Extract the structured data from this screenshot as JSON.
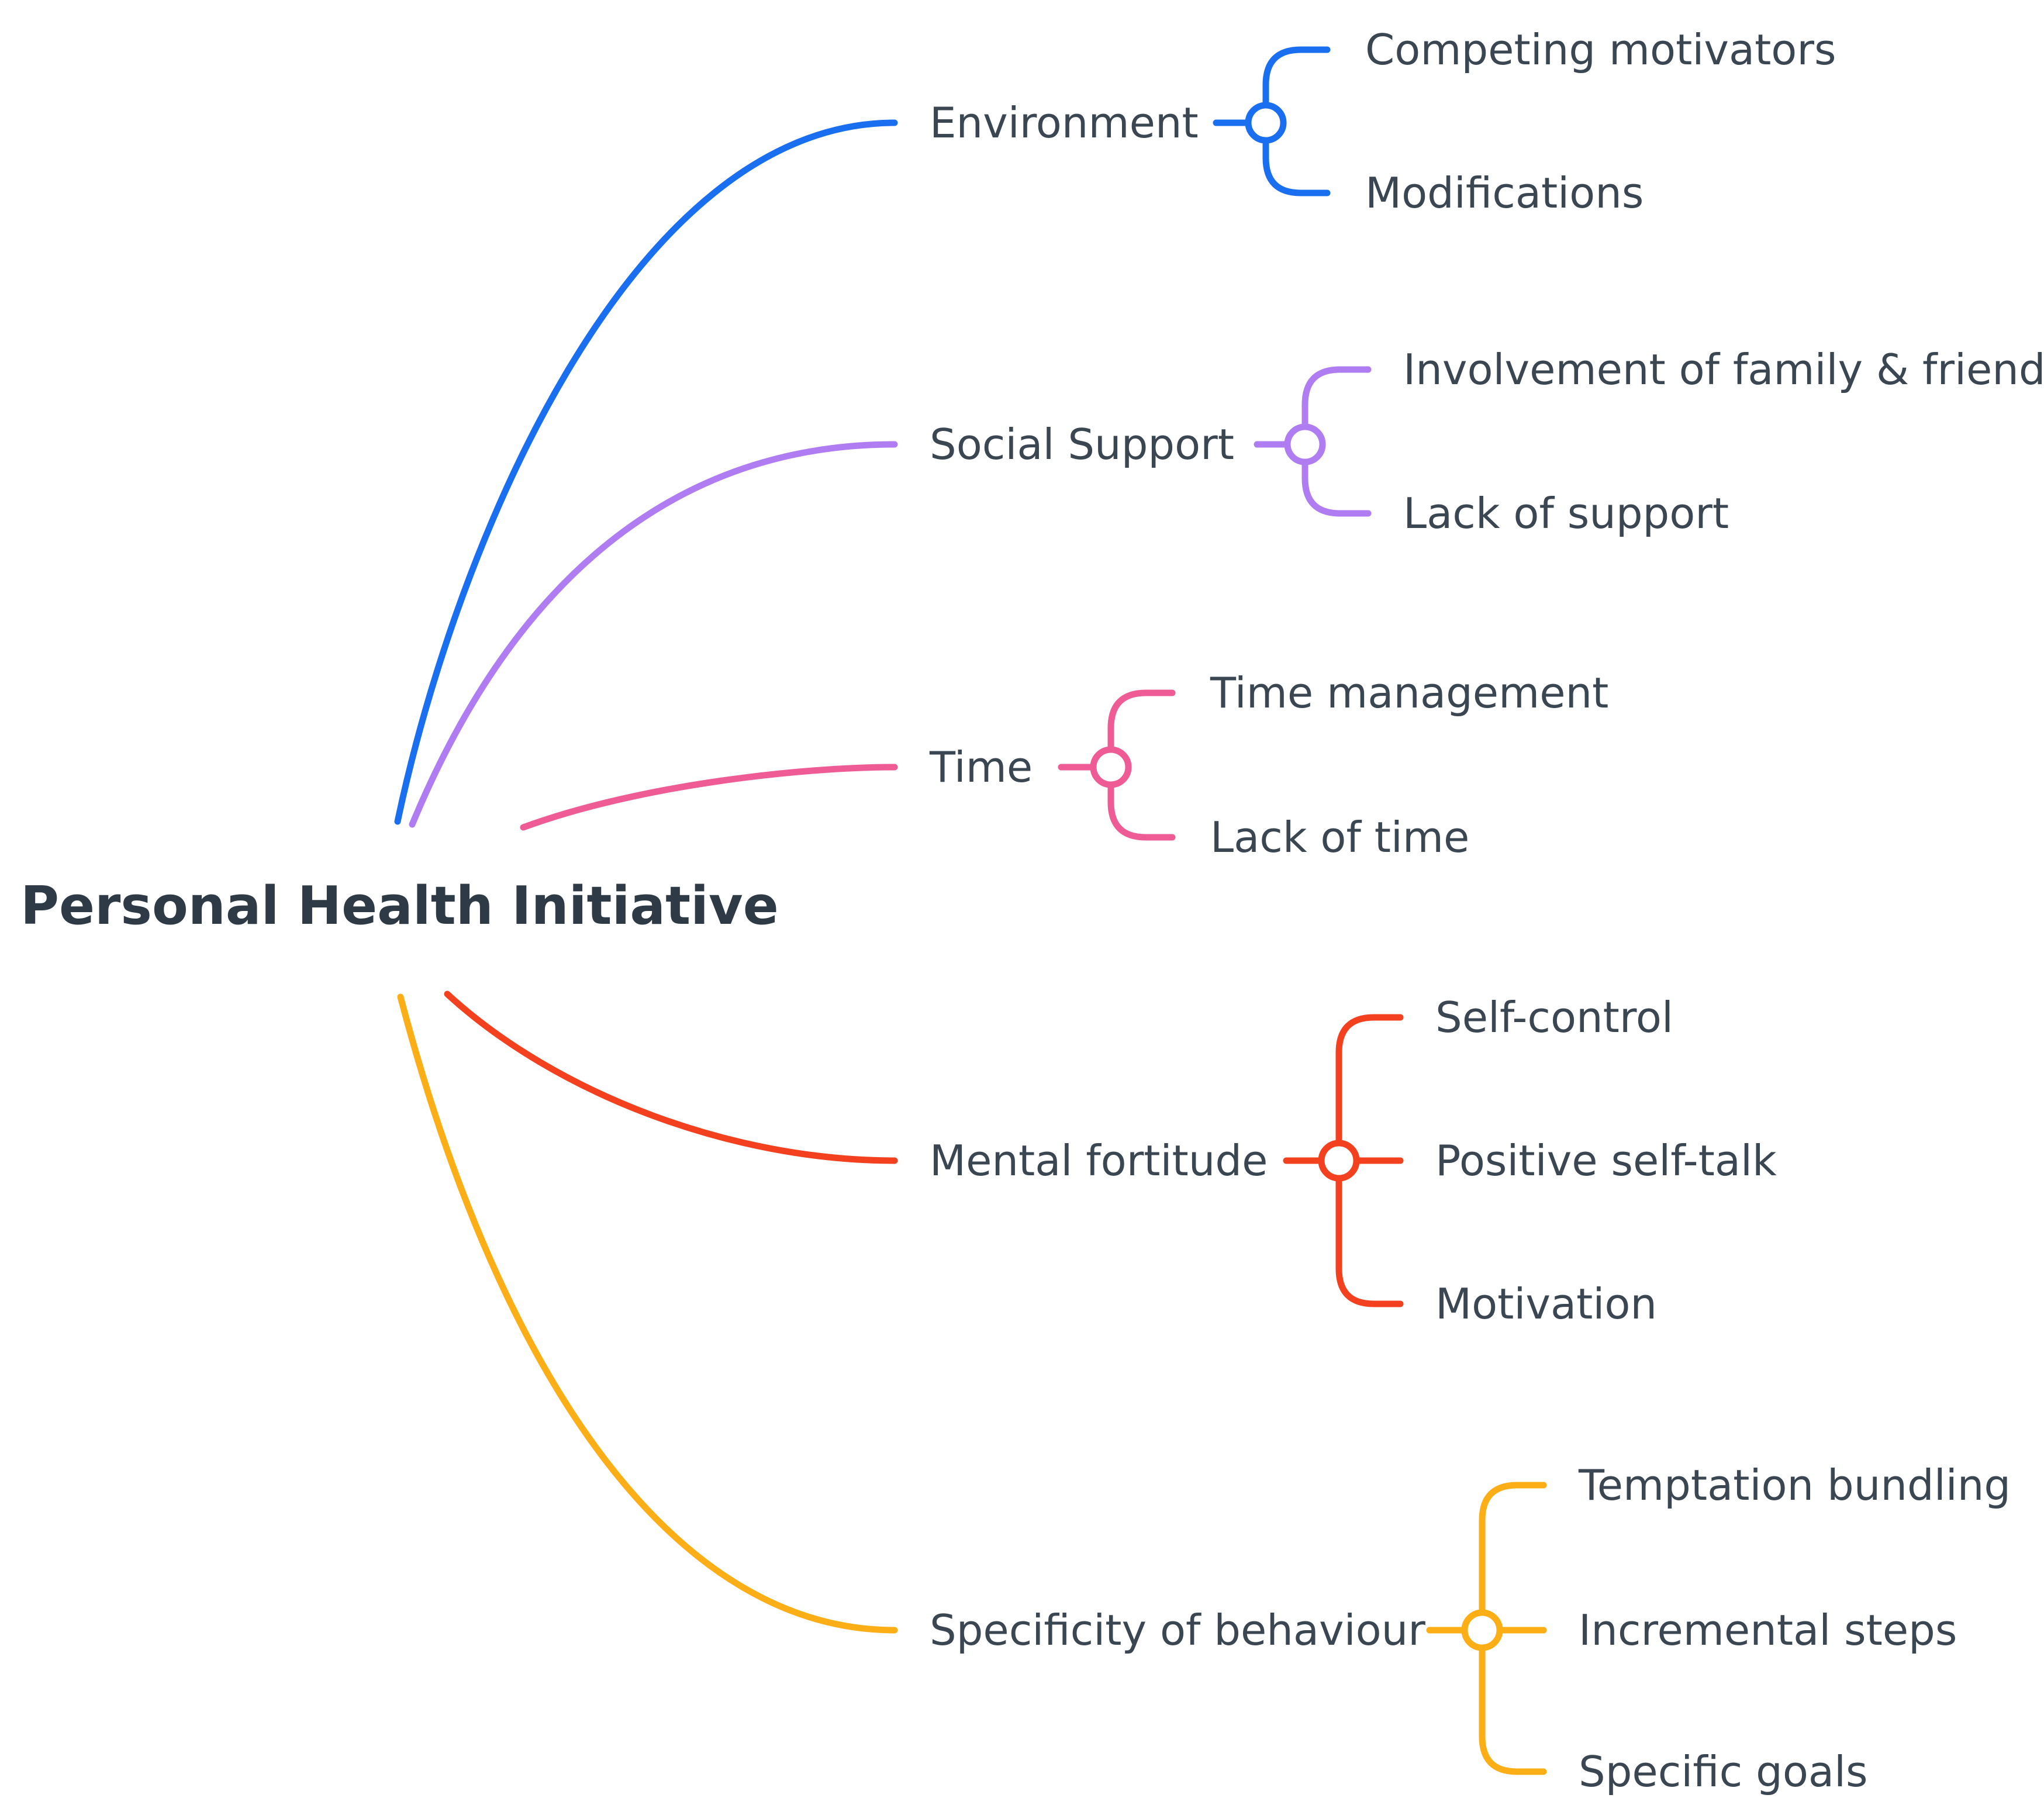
{
  "mindmap": {
    "root": {
      "label": "Personal Health Initiative",
      "text_color": "#2e3a46"
    },
    "branches": [
      {
        "label": "Environment",
        "color": "#1a6ff0",
        "children": [
          "Competing motivators",
          "Modifications"
        ]
      },
      {
        "label": "Social Support",
        "color": "#b07cf2",
        "children": [
          "Involvement of family & friends",
          "Lack of support"
        ]
      },
      {
        "label": "Time",
        "color": "#ee5b95",
        "children": [
          "Time management",
          "Lack of time"
        ]
      },
      {
        "label": "Mental fortitude",
        "color": "#f3401f",
        "children": [
          "Self-control",
          "Positive self-talk",
          "Motivation"
        ]
      },
      {
        "label": "Specificity of behaviour",
        "color": "#fbae16",
        "children": [
          "Temptation bundling",
          "Incremental steps",
          "Specific goals"
        ]
      }
    ],
    "label_color": "#3a4651"
  }
}
